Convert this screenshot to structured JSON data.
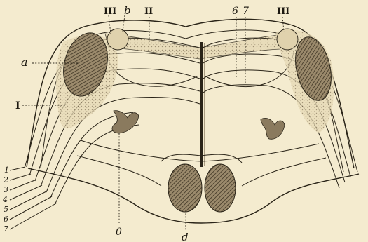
{
  "labels": {
    "III_left": "III",
    "b": "b",
    "II": "II",
    "six": "6",
    "seven": "7",
    "III_right": "III",
    "a": "a",
    "I": "I",
    "one": "1",
    "two": "2",
    "three": "3",
    "four": "4",
    "five": "5",
    "six_left": "6",
    "seven_left": "7",
    "zero": "0",
    "d": "d"
  },
  "colors": {
    "paper": "#f4ebcf",
    "ink": "#2a2418",
    "shade": "#8a7a5e",
    "light_shade": "#d8c9a2"
  }
}
